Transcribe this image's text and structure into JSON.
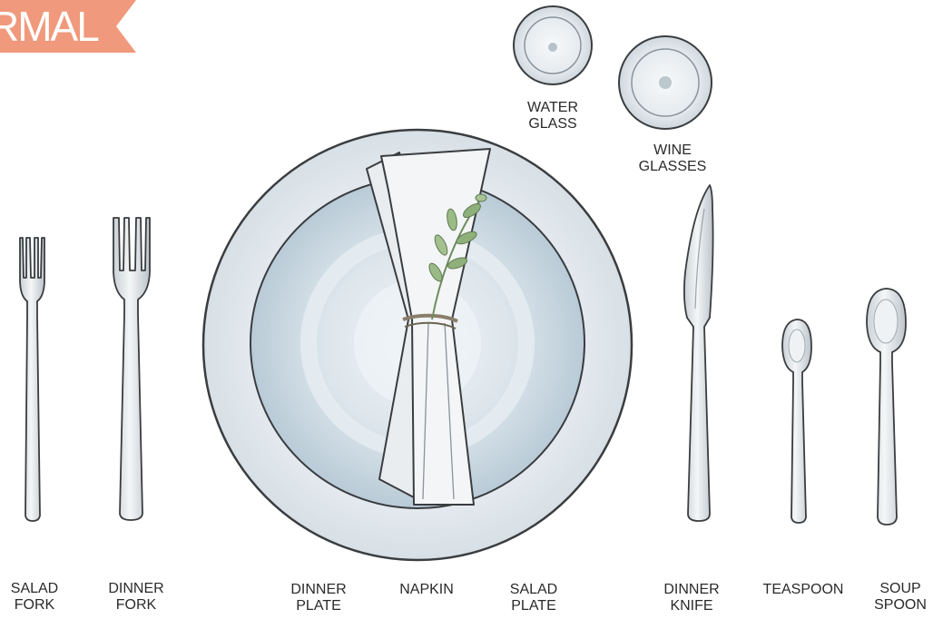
{
  "banner": {
    "text": "RMAL",
    "color": "#f0997c"
  },
  "labels": {
    "water_glass": [
      "WATER",
      "GLASS"
    ],
    "wine_glasses": [
      "WINE",
      "GLASSES"
    ],
    "salad_fork": [
      "SALAD",
      "FORK"
    ],
    "dinner_fork": [
      "DINNER",
      "FORK"
    ],
    "dinner_plate": [
      "DINNER",
      "PLATE"
    ],
    "napkin": [
      "NAPKIN"
    ],
    "salad_plate": [
      "SALAD",
      "PLATE"
    ],
    "dinner_knife": [
      "DINNER",
      "KNIFE"
    ],
    "teaspoon": [
      "TEASPOON"
    ],
    "soup_spoon": [
      "SOUP",
      "SPOON"
    ]
  },
  "colors": {
    "plate_outer": "#e9eef2",
    "plate_inner": "#d2dee6",
    "napkin": "#f1f3f4",
    "silverware": "#e3e8ec",
    "outline": "#3a3d40",
    "greenery": "#8fb07a"
  }
}
